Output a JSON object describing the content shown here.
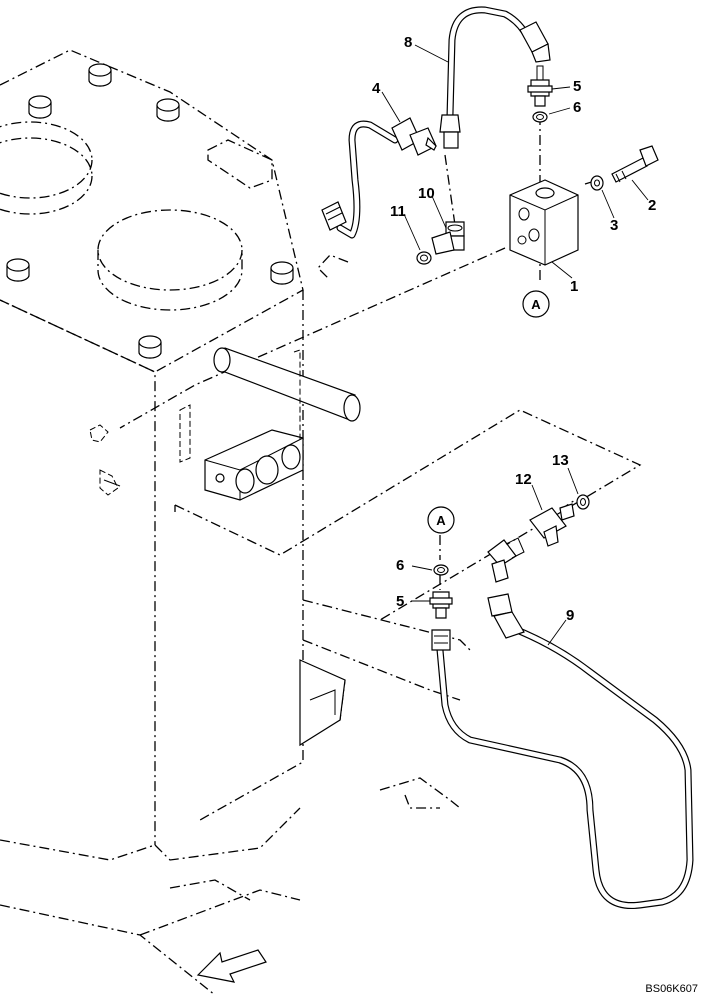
{
  "callouts": {
    "c1": "1",
    "c2": "2",
    "c3": "3",
    "c4": "4",
    "c5_top": "5",
    "c5_bottom": "5",
    "c6_top": "6",
    "c6_bottom": "6",
    "c8": "8",
    "c9": "9",
    "c10": "10",
    "c11": "11",
    "c12": "12",
    "c13": "13"
  },
  "reference_markers": {
    "top": "A",
    "bottom": "A"
  },
  "drawing_code": "BS06K607"
}
